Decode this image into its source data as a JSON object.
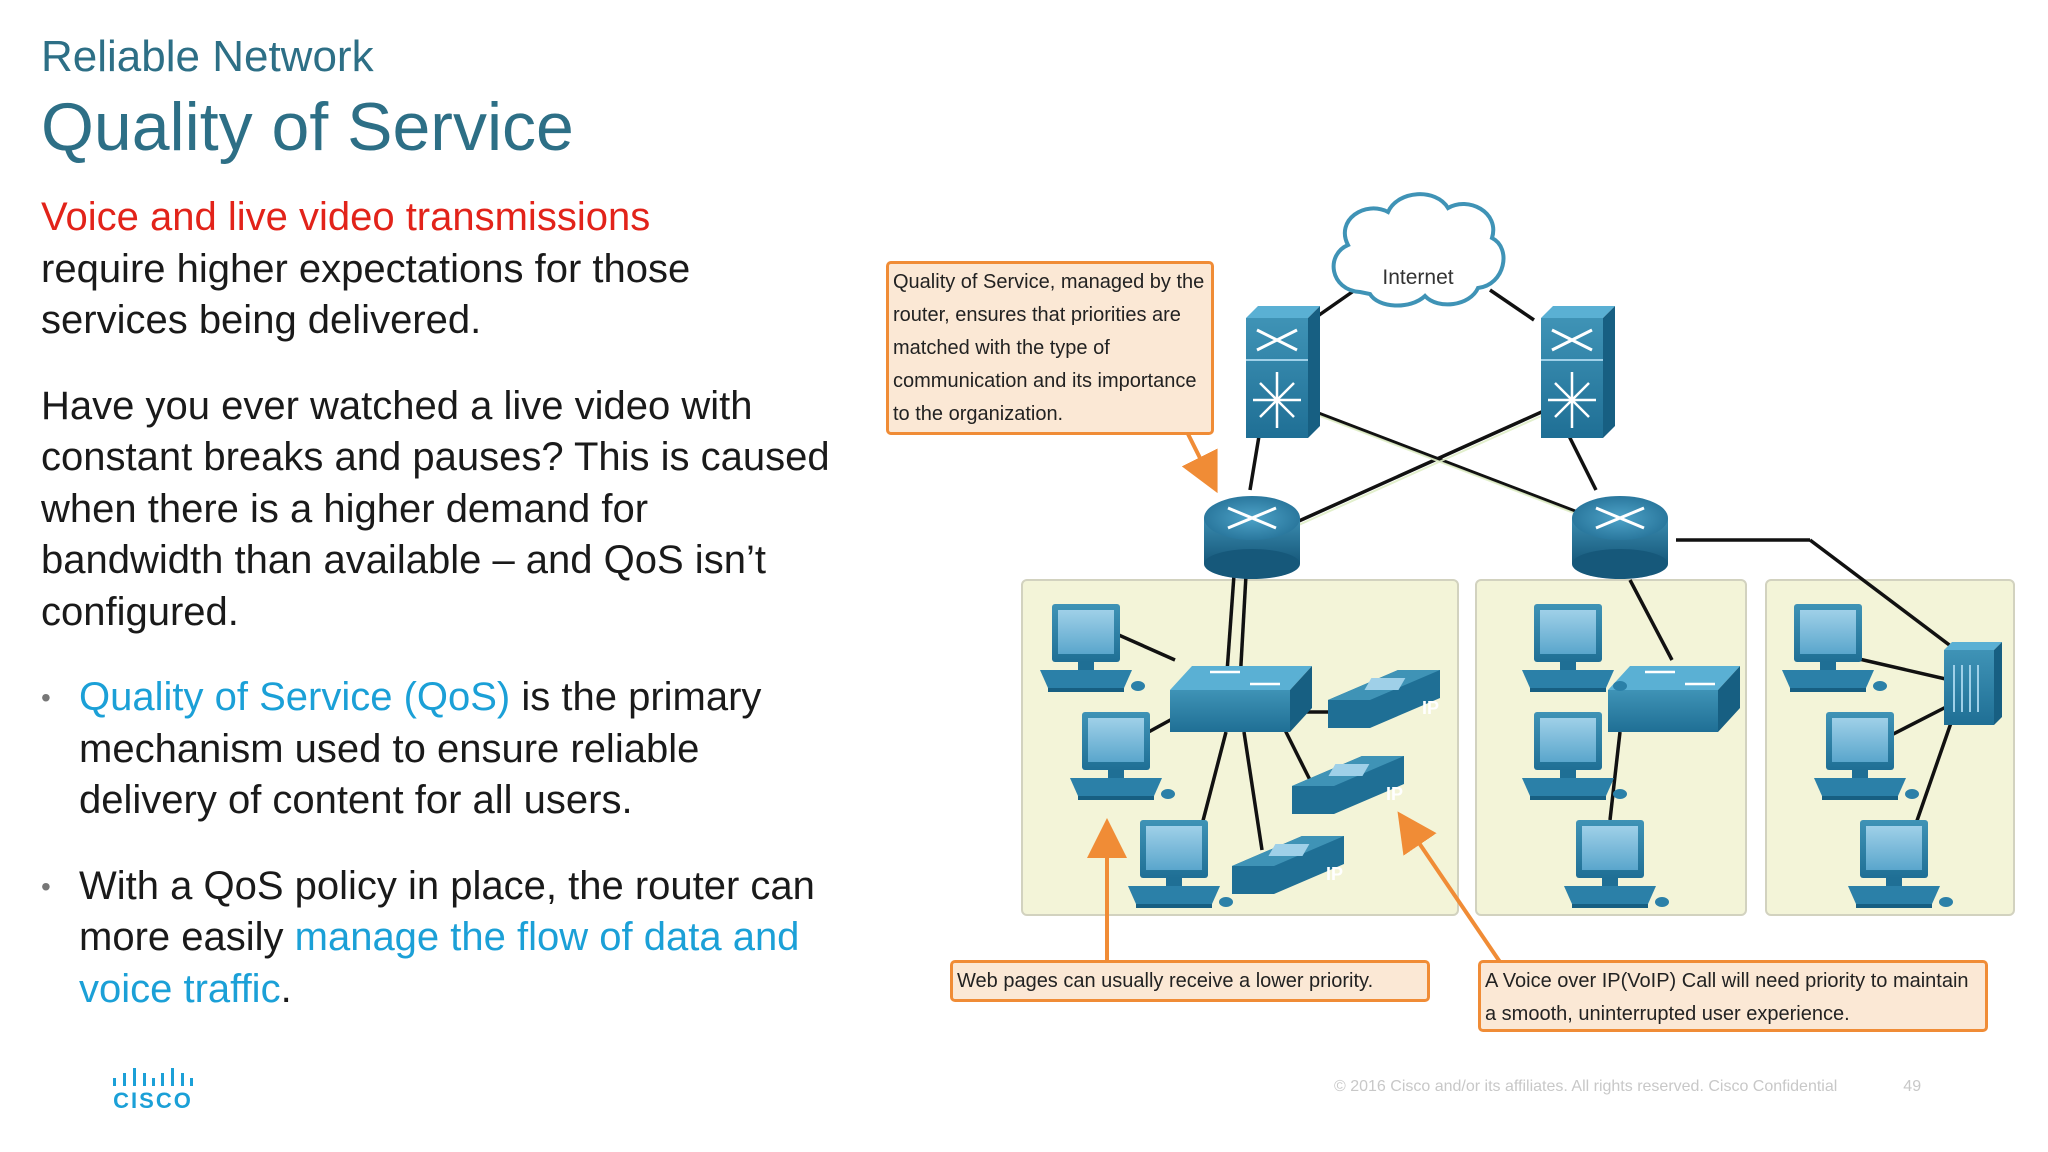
{
  "slide": {
    "subtitle": "Reliable Network",
    "title": "Quality of Service",
    "para1_highlight": "Voice and live video transmissions",
    "para1_rest": "require higher expectations for those services being delivered.",
    "para2": "Have you ever watched a live video with constant breaks and pauses? This is caused when there is a higher demand for bandwidth than available – and QoS isn’t configured.",
    "bullet1_highlight": "Quality of Service (QoS)",
    "bullet1_rest": " is the primary mechanism used to ensure reliable delivery of content for all users.",
    "bullet2_start": "With a QoS policy in place, the router can more easily ",
    "bullet2_highlight": "manage the flow of data and voice traffic",
    "bullet2_end": "."
  },
  "diagram": {
    "internet_label": "Internet",
    "ip_phone_label": "IP",
    "callout_qos": "Quality of Service, managed by the router, ensures that priorities are matched with the type of communication and its importance to the organization.",
    "callout_web": "Web pages can usually receive a lower priority.",
    "callout_voip": "A Voice over IP(VoIP) Call will need priority to maintain a smooth, uninterrupted user experience."
  },
  "footer": {
    "logo_text": "CISCO",
    "copyright": "© 2016  Cisco and/or its affiliates. All rights reserved.   Cisco Confidential",
    "page_number": "49"
  }
}
